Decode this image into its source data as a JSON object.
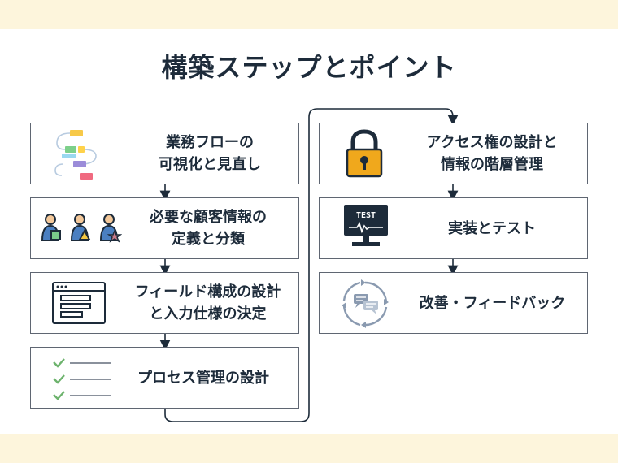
{
  "title": "構築ステップとポイント",
  "left_steps": [
    {
      "line1": "業務フローの",
      "line2": "可視化と見直し"
    },
    {
      "line1": "必要な顧客情報の",
      "line2": "定義と分類"
    },
    {
      "line1": "フィールド構成の設計",
      "line2": "と入力仕様の決定"
    },
    {
      "line1": "プロセス管理の設計"
    }
  ],
  "right_steps": [
    {
      "line1": "アクセス権の設計と",
      "line2": "情報の階層管理"
    },
    {
      "line1": "実装とテスト"
    },
    {
      "line1": "改善・フィードバック"
    }
  ],
  "test_icon_text": "TEST",
  "colors": {
    "band": "#fdf5dc",
    "text": "#1d2b3a",
    "border": "#5f6672",
    "lock": "#f0a81c",
    "check": "#6db36d"
  }
}
